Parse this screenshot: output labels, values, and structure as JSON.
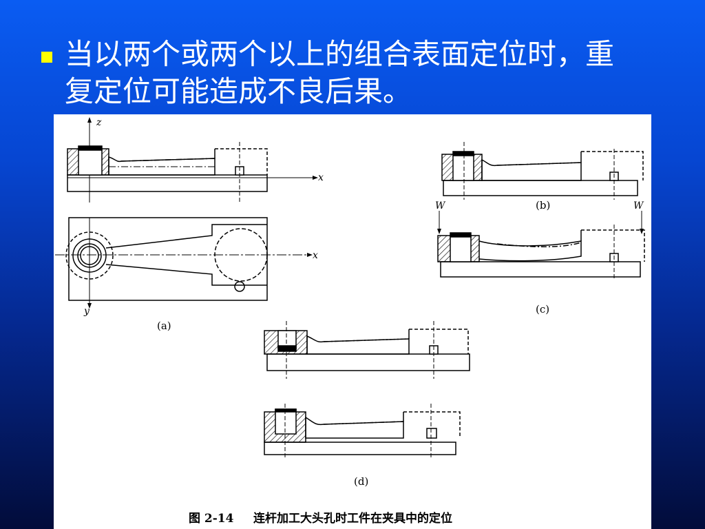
{
  "slide": {
    "bullet_line1": "当以两个或两个以上的组合表面定位时，重",
    "bullet_line2": "复定位可能造成不良后果。",
    "bullet_color": "#ffff00"
  },
  "figure": {
    "axis_z": "z",
    "axis_x": "x",
    "axis_x2": "x",
    "axis_y": "y",
    "label_a": "(a)",
    "label_b": "(b)",
    "label_c": "(c)",
    "label_d": "(d)",
    "force_left": "W",
    "force_right": "W",
    "caption_num": "图 2-14",
    "caption_text": "连杆加工大头孔时工件在夹具中的定位"
  }
}
